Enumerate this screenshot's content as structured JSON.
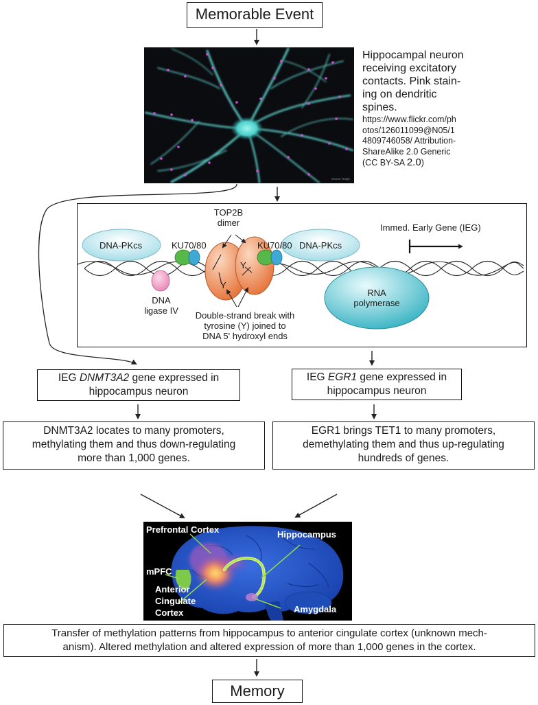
{
  "top_event": "Memorable Event",
  "neuron_caption": {
    "lines": [
      "Hippocampal neuron",
      "receiving excitatory",
      "contacts. Pink stain-",
      "ing on dendritic",
      "spines."
    ],
    "url_lines": [
      "https://www.flickr.com/ph",
      "otos/126011099@N05/1",
      "4809746058/  Attribution-",
      "ShareAlike 2.0 Generic"
    ],
    "license_prefix": "(CC BY-SA ",
    "license_version": "2.0",
    "license_suffix": ")"
  },
  "diagram": {
    "top2b_line1": "TOP2B",
    "top2b_line2": "dimer",
    "dna_pkcs_left": "DNA-PKcs",
    "dna_pkcs_right": "DNA-PKcs",
    "ku_left": "KU70/80",
    "ku_right": "KU70/80",
    "y_label": "Y",
    "ieg_label": "Immed. Early Gene (IEG)",
    "ligase_line1": "DNA",
    "ligase_line2": "ligase IV",
    "rna_pol_line1": "RNA",
    "rna_pol_line2": "polymerase",
    "dsb_lines": [
      "Double-strand break with",
      "tyrosine (Y) joined to",
      "DNA 5' hydroxyl ends"
    ]
  },
  "left_column": {
    "ieg_prefix": "IEG ",
    "ieg_gene": "DNMT3A2",
    "ieg_suffix": " gene expressed in",
    "ieg_line2": "hippocampus neuron",
    "effect_lines": [
      "DNMT3A2 locates to many promoters,",
      "methylating them and thus down-regulating",
      "more than 1,000 genes."
    ]
  },
  "right_column": {
    "ieg_prefix": "IEG ",
    "ieg_gene": "EGR1",
    "ieg_suffix": " gene expressed in",
    "ieg_line2": "hippocampus neuron",
    "effect_lines": [
      "EGR1 brings TET1 to many promoters,",
      "demethylating them and thus up-regulating",
      "hundreds of genes."
    ]
  },
  "brain_labels": {
    "prefrontal": "Prefrontal Cortex",
    "hippocampus": "Hippocampus",
    "mpfc": "mPFC",
    "acc_lines": [
      "Anterior",
      "Cingulate",
      "Cortex"
    ],
    "amygdala": "Amygdala"
  },
  "transfer_lines": [
    "Transfer of methylation patterns from hippocampus to anterior cingulate cortex (unknown mech-",
    "anism).  Altered methylation and altered expression of more than 1,000 genes in the cortex."
  ],
  "bottom_result": "Memory",
  "colors": {
    "neuron_cyan": "#5fd4cf",
    "spine_pink": "#d14fd6",
    "dna_pkcs_fill": "#bfe8ee",
    "ku_green": "#55b848",
    "ku_blue": "#3fa9d6",
    "top2b_orange": "#f08a50",
    "ligase_pink": "#ef9ac4",
    "rna_pol_teal": "#49bcc9",
    "brain_blue": "#1b4fc2"
  }
}
